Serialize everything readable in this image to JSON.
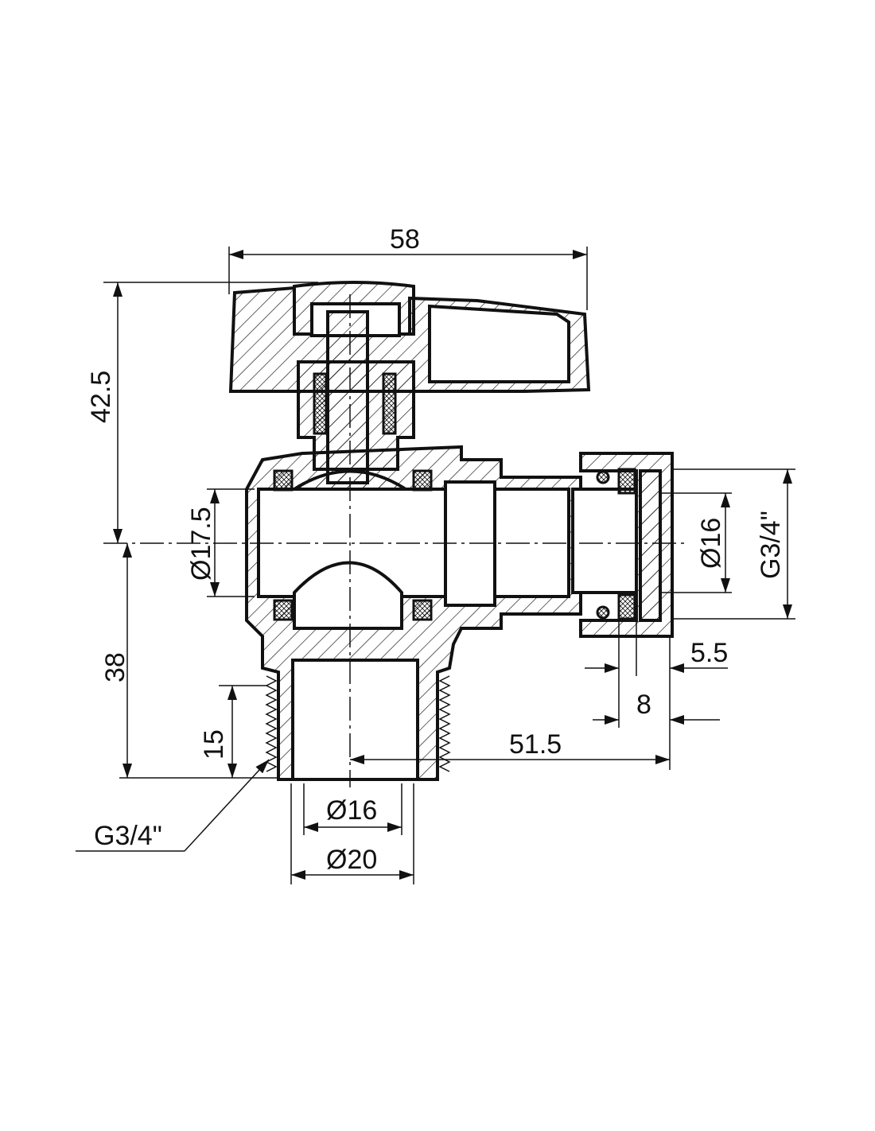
{
  "drawing": {
    "title": "Angle ball valve cross-section",
    "dimensions": {
      "overall_width": "58",
      "height_upper": "42.5",
      "height_lower": "38",
      "thread_length": "15",
      "inner_diameter_left": "Ø17.5",
      "inner_diameter_right": "Ø16",
      "thread_right": "G3/4\"",
      "nut_offset": "5.5",
      "nut_length": "8",
      "horizontal_distance": "51.5",
      "inner_diameter_bottom": "Ø16",
      "outer_diameter_bottom": "Ø20",
      "thread_bottom": "G3/4\""
    },
    "line_color": "#111111",
    "background": "#ffffff"
  }
}
